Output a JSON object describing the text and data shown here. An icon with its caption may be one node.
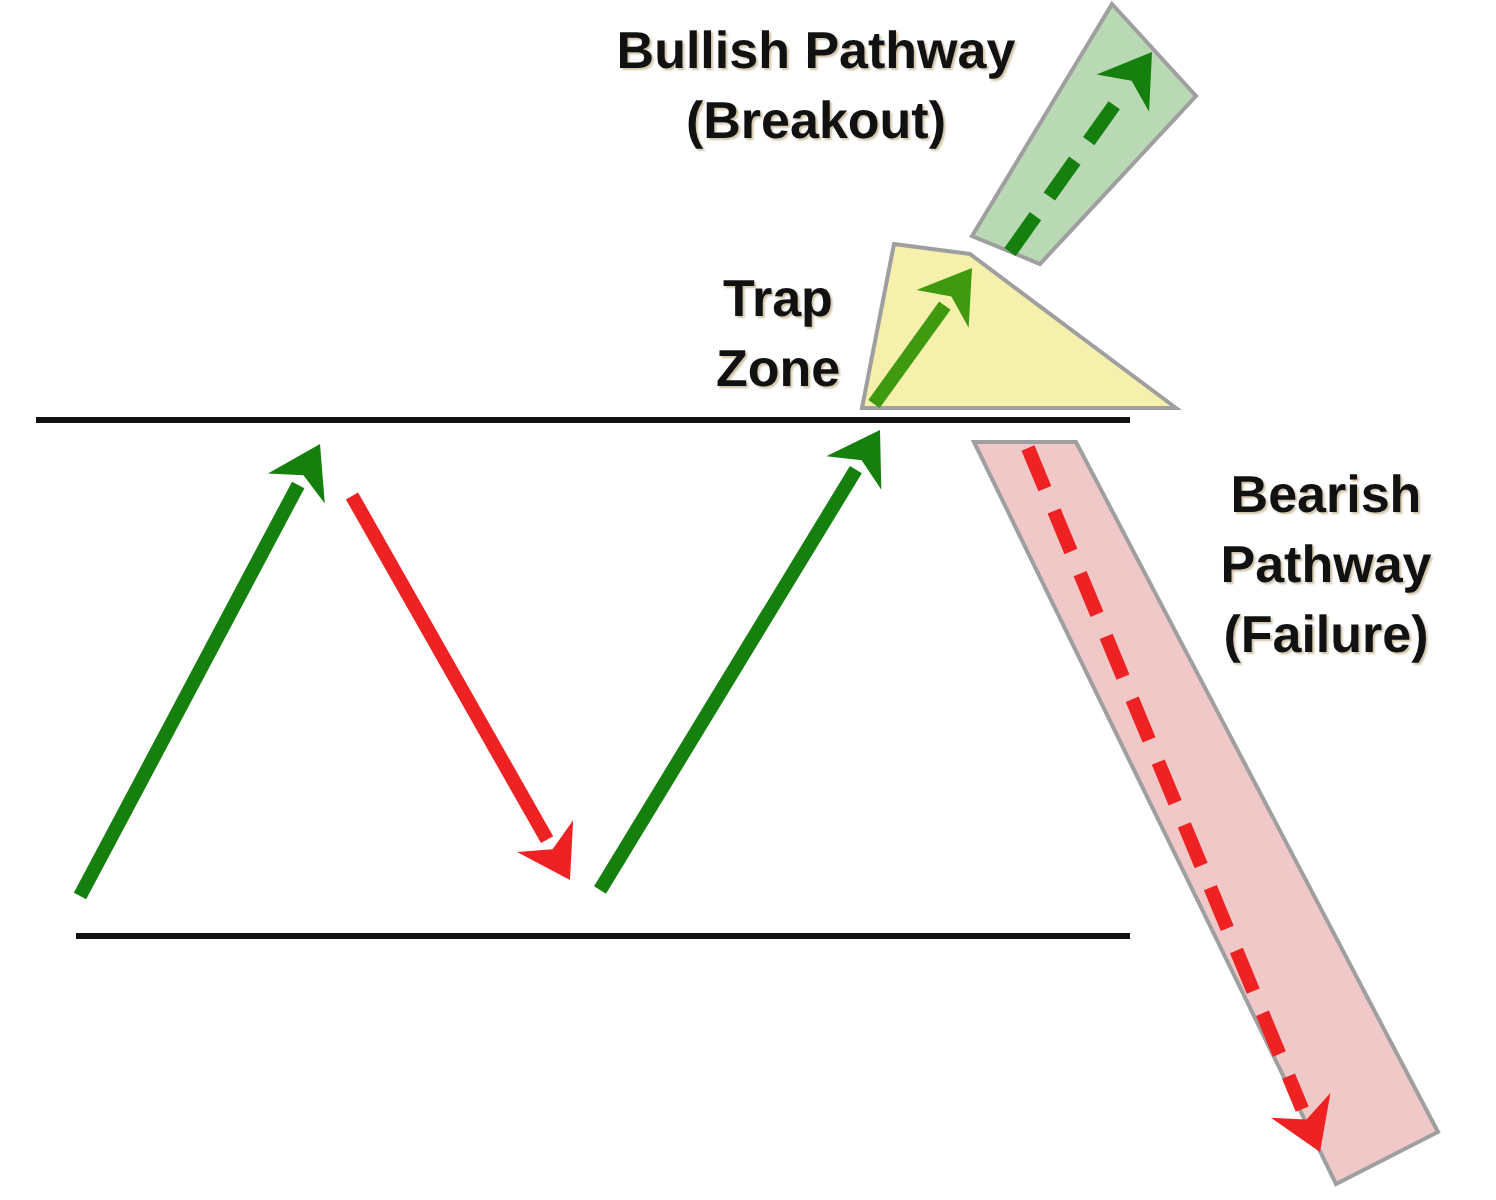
{
  "diagram": {
    "nodes": [
      {
        "text": [
          "Bullish Pathway (Breakout)"
        ]
      },
      {
        "text": [
          "Trap Zone"
        ]
      },
      {
        "text": [
          "Bearish Pathway (Failure)"
        ]
      }
    ]
  }
}
